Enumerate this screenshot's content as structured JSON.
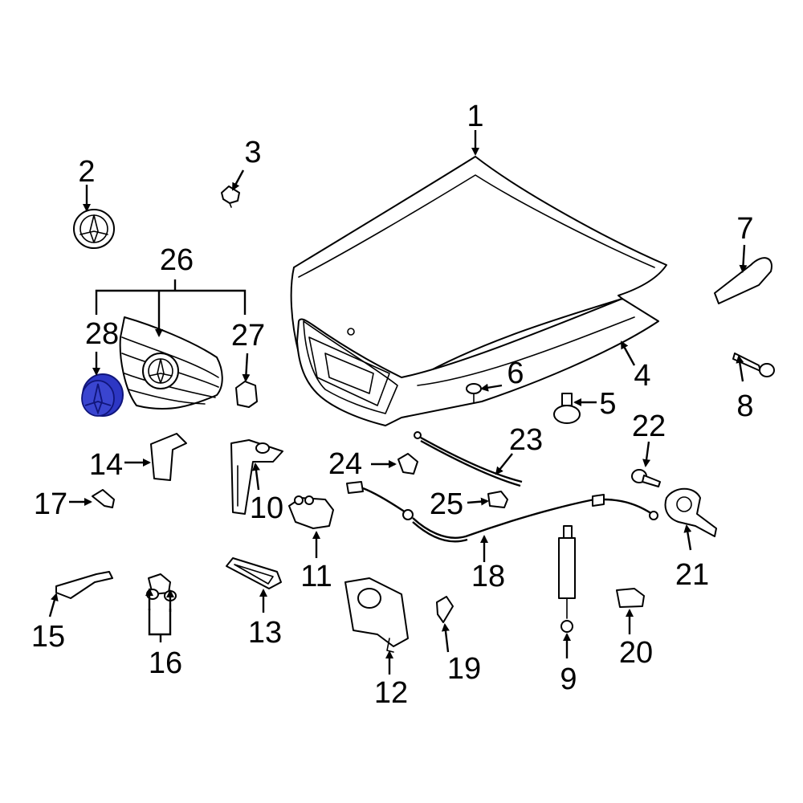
{
  "colors": {
    "line": "#000000",
    "background": "#ffffff",
    "highlight_fill": "#2d37c4",
    "highlight_dark": "#10157a"
  },
  "highlighted_part": "28",
  "labels": {
    "p1": "1",
    "p2": "2",
    "p3": "3",
    "p4": "4",
    "p5": "5",
    "p6": "6",
    "p7": "7",
    "p8": "8",
    "p9": "9",
    "p10": "10",
    "p11": "11",
    "p12": "12",
    "p13": "13",
    "p14": "14",
    "p15": "15",
    "p16": "16",
    "p17": "17",
    "p18": "18",
    "p19": "19",
    "p20": "20",
    "p21": "21",
    "p22": "22",
    "p23": "23",
    "p24": "24",
    "p25": "25",
    "p26": "26",
    "p27": "27",
    "p28": "28"
  }
}
